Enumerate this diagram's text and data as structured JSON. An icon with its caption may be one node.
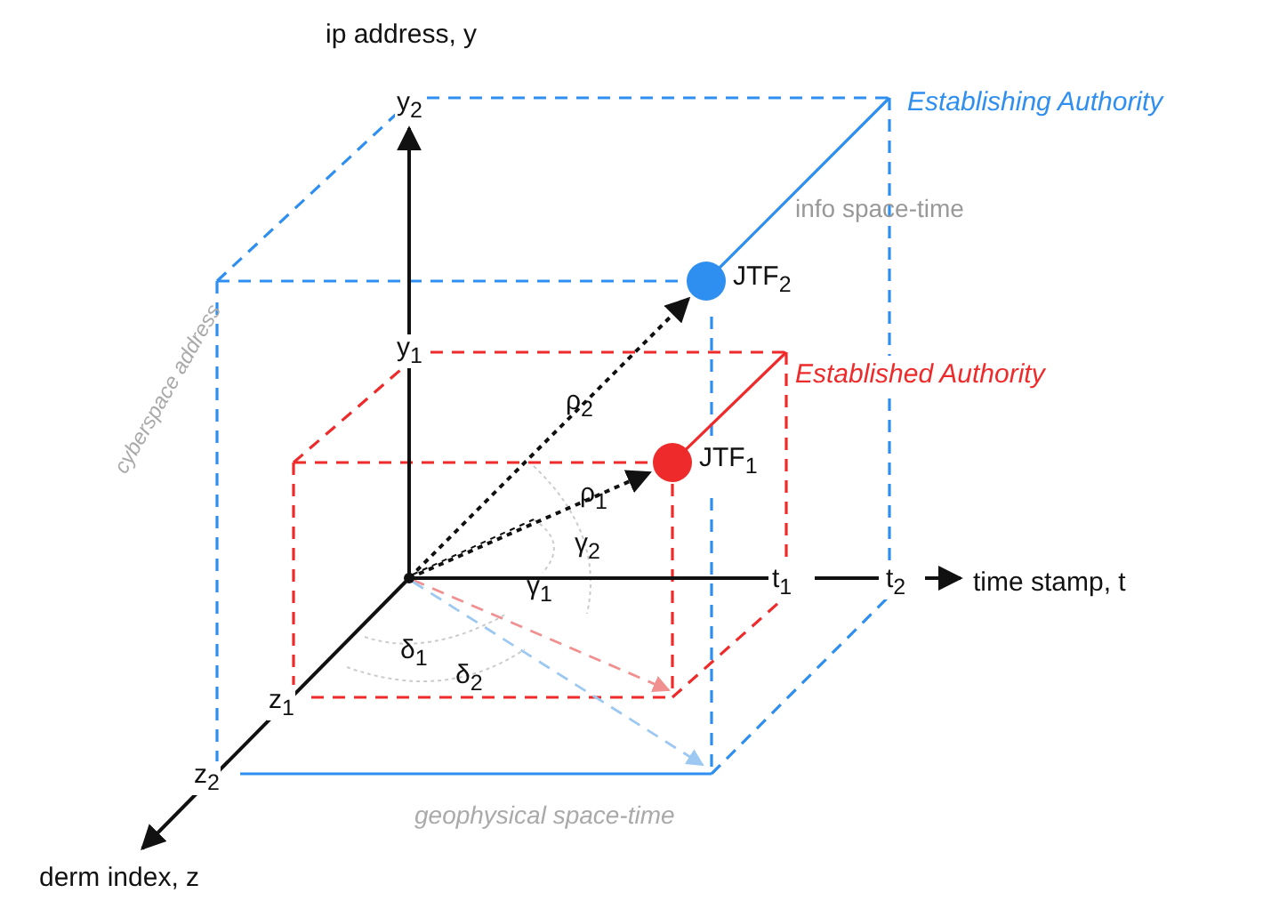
{
  "diagram": {
    "nodes": [
      {
        "text": [],
        "shape": "circle",
        "beside": [
          "JTF$_{2}$"
        ]
      },
      {
        "text": [],
        "shape": "circle",
        "beside": [
          "JTF$_{1}$"
        ]
      },
      {
        "text": [],
        "shape": "circle"
      }
    ],
    "edges": [
      {
        "from": 2,
        "to": 0,
        "arrow": "to",
        "label": "ρ$_{2}$",
        "style": "dashed"
      },
      {
        "from": 2,
        "to": 1,
        "arrow": "to",
        "label": "ρ$_{1}$",
        "style": "dashed"
      }
    ],
    "labels": [
      "ip address, y",
      "y$_{2}$",
      "Establishing Authority",
      "info space-time",
      "cyberspace address",
      "y$_{1}$",
      "Established Authority",
      "γ$_{2}$",
      "γ$_{1}$",
      "t$_{1}$",
      "t$_{2}$",
      "time stamp, t",
      "δ$_{1}$",
      "δ$_{2}$",
      "z$_{1}$",
      "z$_{2}$",
      "geophysical space-time",
      "derm index, z"
    ]
  }
}
